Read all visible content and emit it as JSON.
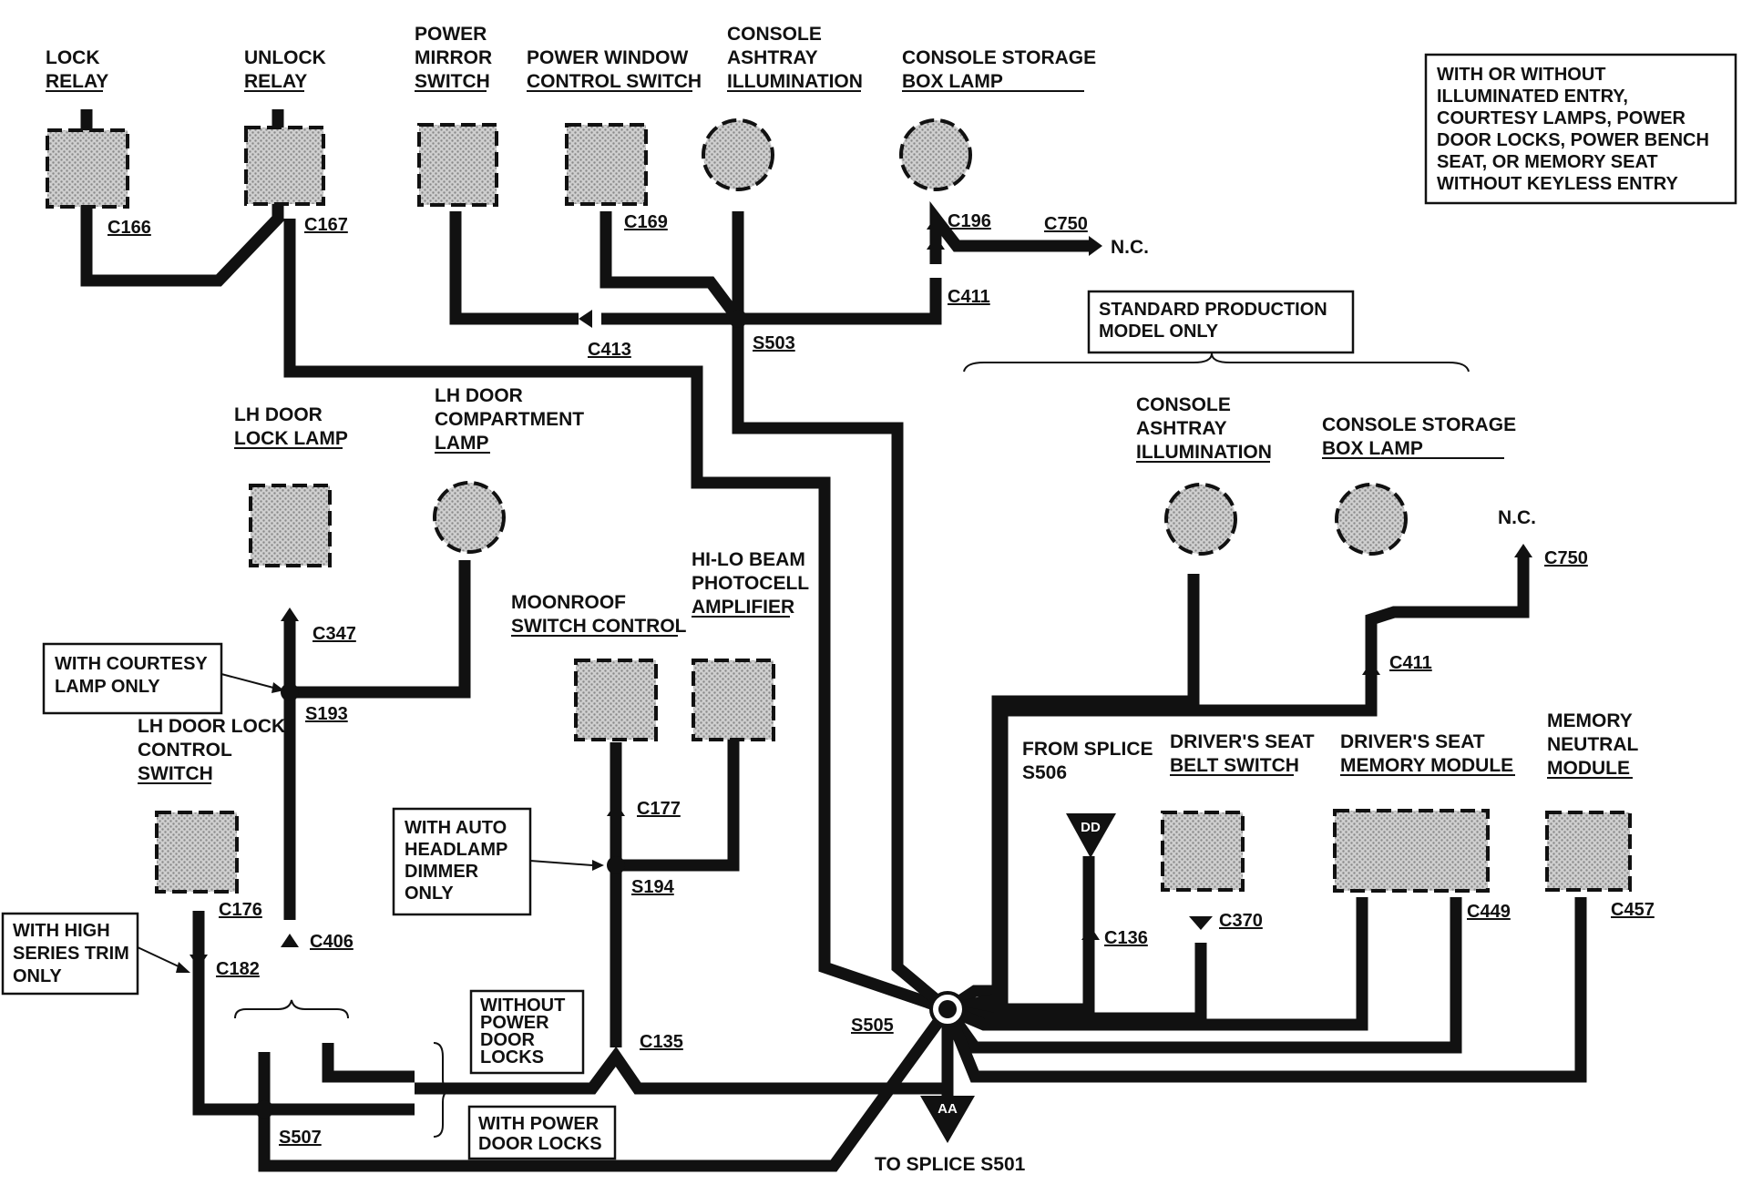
{
  "components": {
    "lock_relay": [
      "LOCK",
      "RELAY"
    ],
    "unlock_relay": [
      "UNLOCK",
      "RELAY"
    ],
    "power_mirror_switch": [
      "POWER",
      "MIRROR",
      "SWITCH"
    ],
    "power_window_switch": [
      "POWER WINDOW",
      "CONTROL SWITCH"
    ],
    "console_ashtray_top": [
      "CONSOLE",
      "ASHTRAY",
      "ILLUMINATION"
    ],
    "console_storage_top": [
      "CONSOLE STORAGE",
      "BOX LAMP"
    ],
    "lh_door_lock_lamp": [
      "LH DOOR",
      "LOCK LAMP"
    ],
    "lh_door_compartment_lamp": [
      "LH DOOR",
      "COMPARTMENT",
      "LAMP"
    ],
    "moonroof_switch": [
      "MOONROOF",
      "SWITCH CONTROL"
    ],
    "hilo_beam": [
      "HI-LO BEAM",
      "PHOTOCELL",
      "AMPLIFIER"
    ],
    "lh_door_lock_control": [
      "LH DOOR LOCK",
      "CONTROL",
      "SWITCH"
    ],
    "console_ashtray_std": [
      "CONSOLE",
      "ASHTRAY",
      "ILLUMINATION"
    ],
    "console_storage_std": [
      "CONSOLE STORAGE",
      "BOX LAMP"
    ],
    "drivers_seat_belt": [
      "DRIVER'S SEAT",
      "BELT SWITCH"
    ],
    "drivers_seat_memory": [
      "DRIVER'S SEAT",
      "MEMORY MODULE"
    ],
    "memory_neutral": [
      "MEMORY",
      "NEUTRAL",
      "MODULE"
    ],
    "from_splice": [
      "FROM SPLICE",
      "S506"
    ]
  },
  "connectors": {
    "c166": "C166",
    "c167": "C167",
    "c169": "C169",
    "c196": "C196",
    "c750_top": "C750",
    "c411_top": "C411",
    "c413": "C413",
    "s503": "S503",
    "c347": "C347",
    "s193": "S193",
    "c177": "C177",
    "s194": "S194",
    "c176": "C176",
    "c182": "C182",
    "c406": "C406",
    "c135": "C135",
    "s507": "S507",
    "s505": "S505",
    "c750_right": "C750",
    "c411_right": "C411",
    "c136": "C136",
    "c370": "C370",
    "c449": "C449",
    "c457": "C457"
  },
  "nc_top": "N.C.",
  "nc_right": "N.C.",
  "splice_dd": "DD",
  "splice_aa": "AA",
  "to_splice": "TO SPLICE S501",
  "notes": {
    "top_right": [
      "WITH OR WITHOUT",
      "ILLUMINATED ENTRY,",
      "COURTESY LAMPS, POWER",
      "DOOR LOCKS, POWER BENCH",
      "SEAT, OR MEMORY SEAT",
      "WITHOUT KEYLESS ENTRY"
    ],
    "standard_production": [
      "STANDARD PRODUCTION",
      "MODEL ONLY"
    ],
    "courtesy_lamp": [
      "WITH COURTESY",
      "LAMP ONLY"
    ],
    "auto_headlamp": [
      "WITH AUTO",
      "HEADLAMP",
      "DIMMER",
      "ONLY"
    ],
    "high_series": [
      "WITH HIGH",
      "SERIES TRIM",
      "ONLY"
    ],
    "without_power": [
      "WITHOUT",
      "POWER",
      "DOOR",
      "LOCKS"
    ],
    "with_power": [
      "WITH POWER",
      "DOOR LOCKS"
    ]
  },
  "colors": {
    "ink": "#111111",
    "fill": "#bdbdbd",
    "paper": "#ffffff"
  }
}
